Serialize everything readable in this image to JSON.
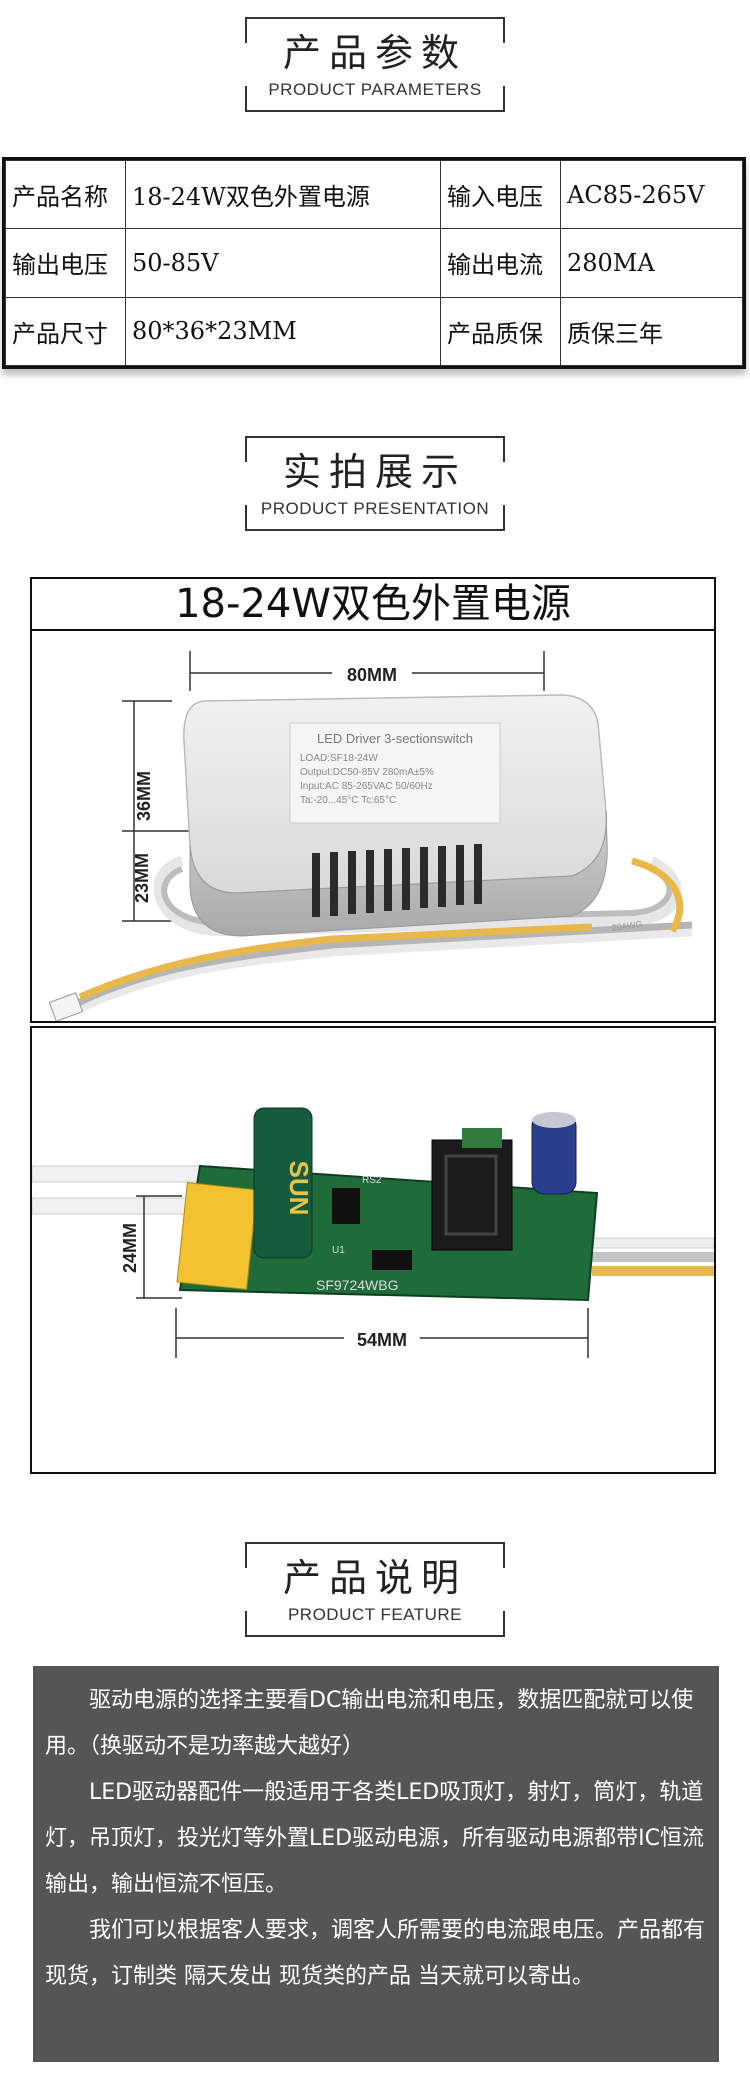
{
  "params_section": {
    "title_cn": "产品参数",
    "title_en": "PRODUCT PARAMETERS"
  },
  "params": [
    {
      "k1": "产品名称",
      "v1": "18-24W双色外置电源",
      "k2": "输入电压",
      "v2": "AC85-265V"
    },
    {
      "k1": "输出电压",
      "v1": "50-85V",
      "k2": "输出电流",
      "v2": "280MA"
    },
    {
      "k1": "产品尺寸",
      "v1": "80*36*23MM",
      "k2": "产品质保",
      "v2": "质保三年"
    }
  ],
  "presentation_section": {
    "title_cn": "实拍展示",
    "title_en": "PRODUCT PRESENTATION"
  },
  "photo1": {
    "banner": "18-24W双色外置电源",
    "width_label": "80MM",
    "height_label_a": "36MM",
    "height_label_b": "23MM",
    "label_line1": "LED Driver 3-sectionswitch",
    "label_line2": "LOAD:SF18-24W",
    "label_line3": "Output:DC50-85V 280mA±5%",
    "label_line4": "Input:AC 85-265VAC 50/60Hz",
    "label_line5": "Ta:-20...45°C Tc:65°C",
    "cable_text": "20AWG"
  },
  "photo2": {
    "width_label": "54MM",
    "height_label": "24MM",
    "capacitor_text": "SUN",
    "board_text": "SF9724WBG",
    "rs_text": "RS2",
    "u1_text": "U1"
  },
  "feature_section": {
    "title_cn": "产品说明",
    "title_en": "PRODUCT FEATURE"
  },
  "feature": {
    "p1": "驱动电源的选择主要看DC输出电流和电压，数据匹配就可以使用。（换驱动不是功率越大越好）",
    "p2": "LED驱动器配件一般适用于各类LED吸顶灯，射灯，筒灯，轨道灯，吊顶灯，投光灯等外置LED驱动电源，所有驱动电源都带IC恒流输出，输出恒流不恒压。",
    "p3": "我们可以根据客人要求，调客人所需要的电流跟电压。产品都有现货，订制类 隔天发出 现货类的产品 当天就可以寄出。"
  },
  "colors": {
    "feature_bg": "#555555",
    "pcb_green": "#1f6b3a",
    "capacitor_green": "#165b3c",
    "cap_yellow": "#f2c230"
  }
}
